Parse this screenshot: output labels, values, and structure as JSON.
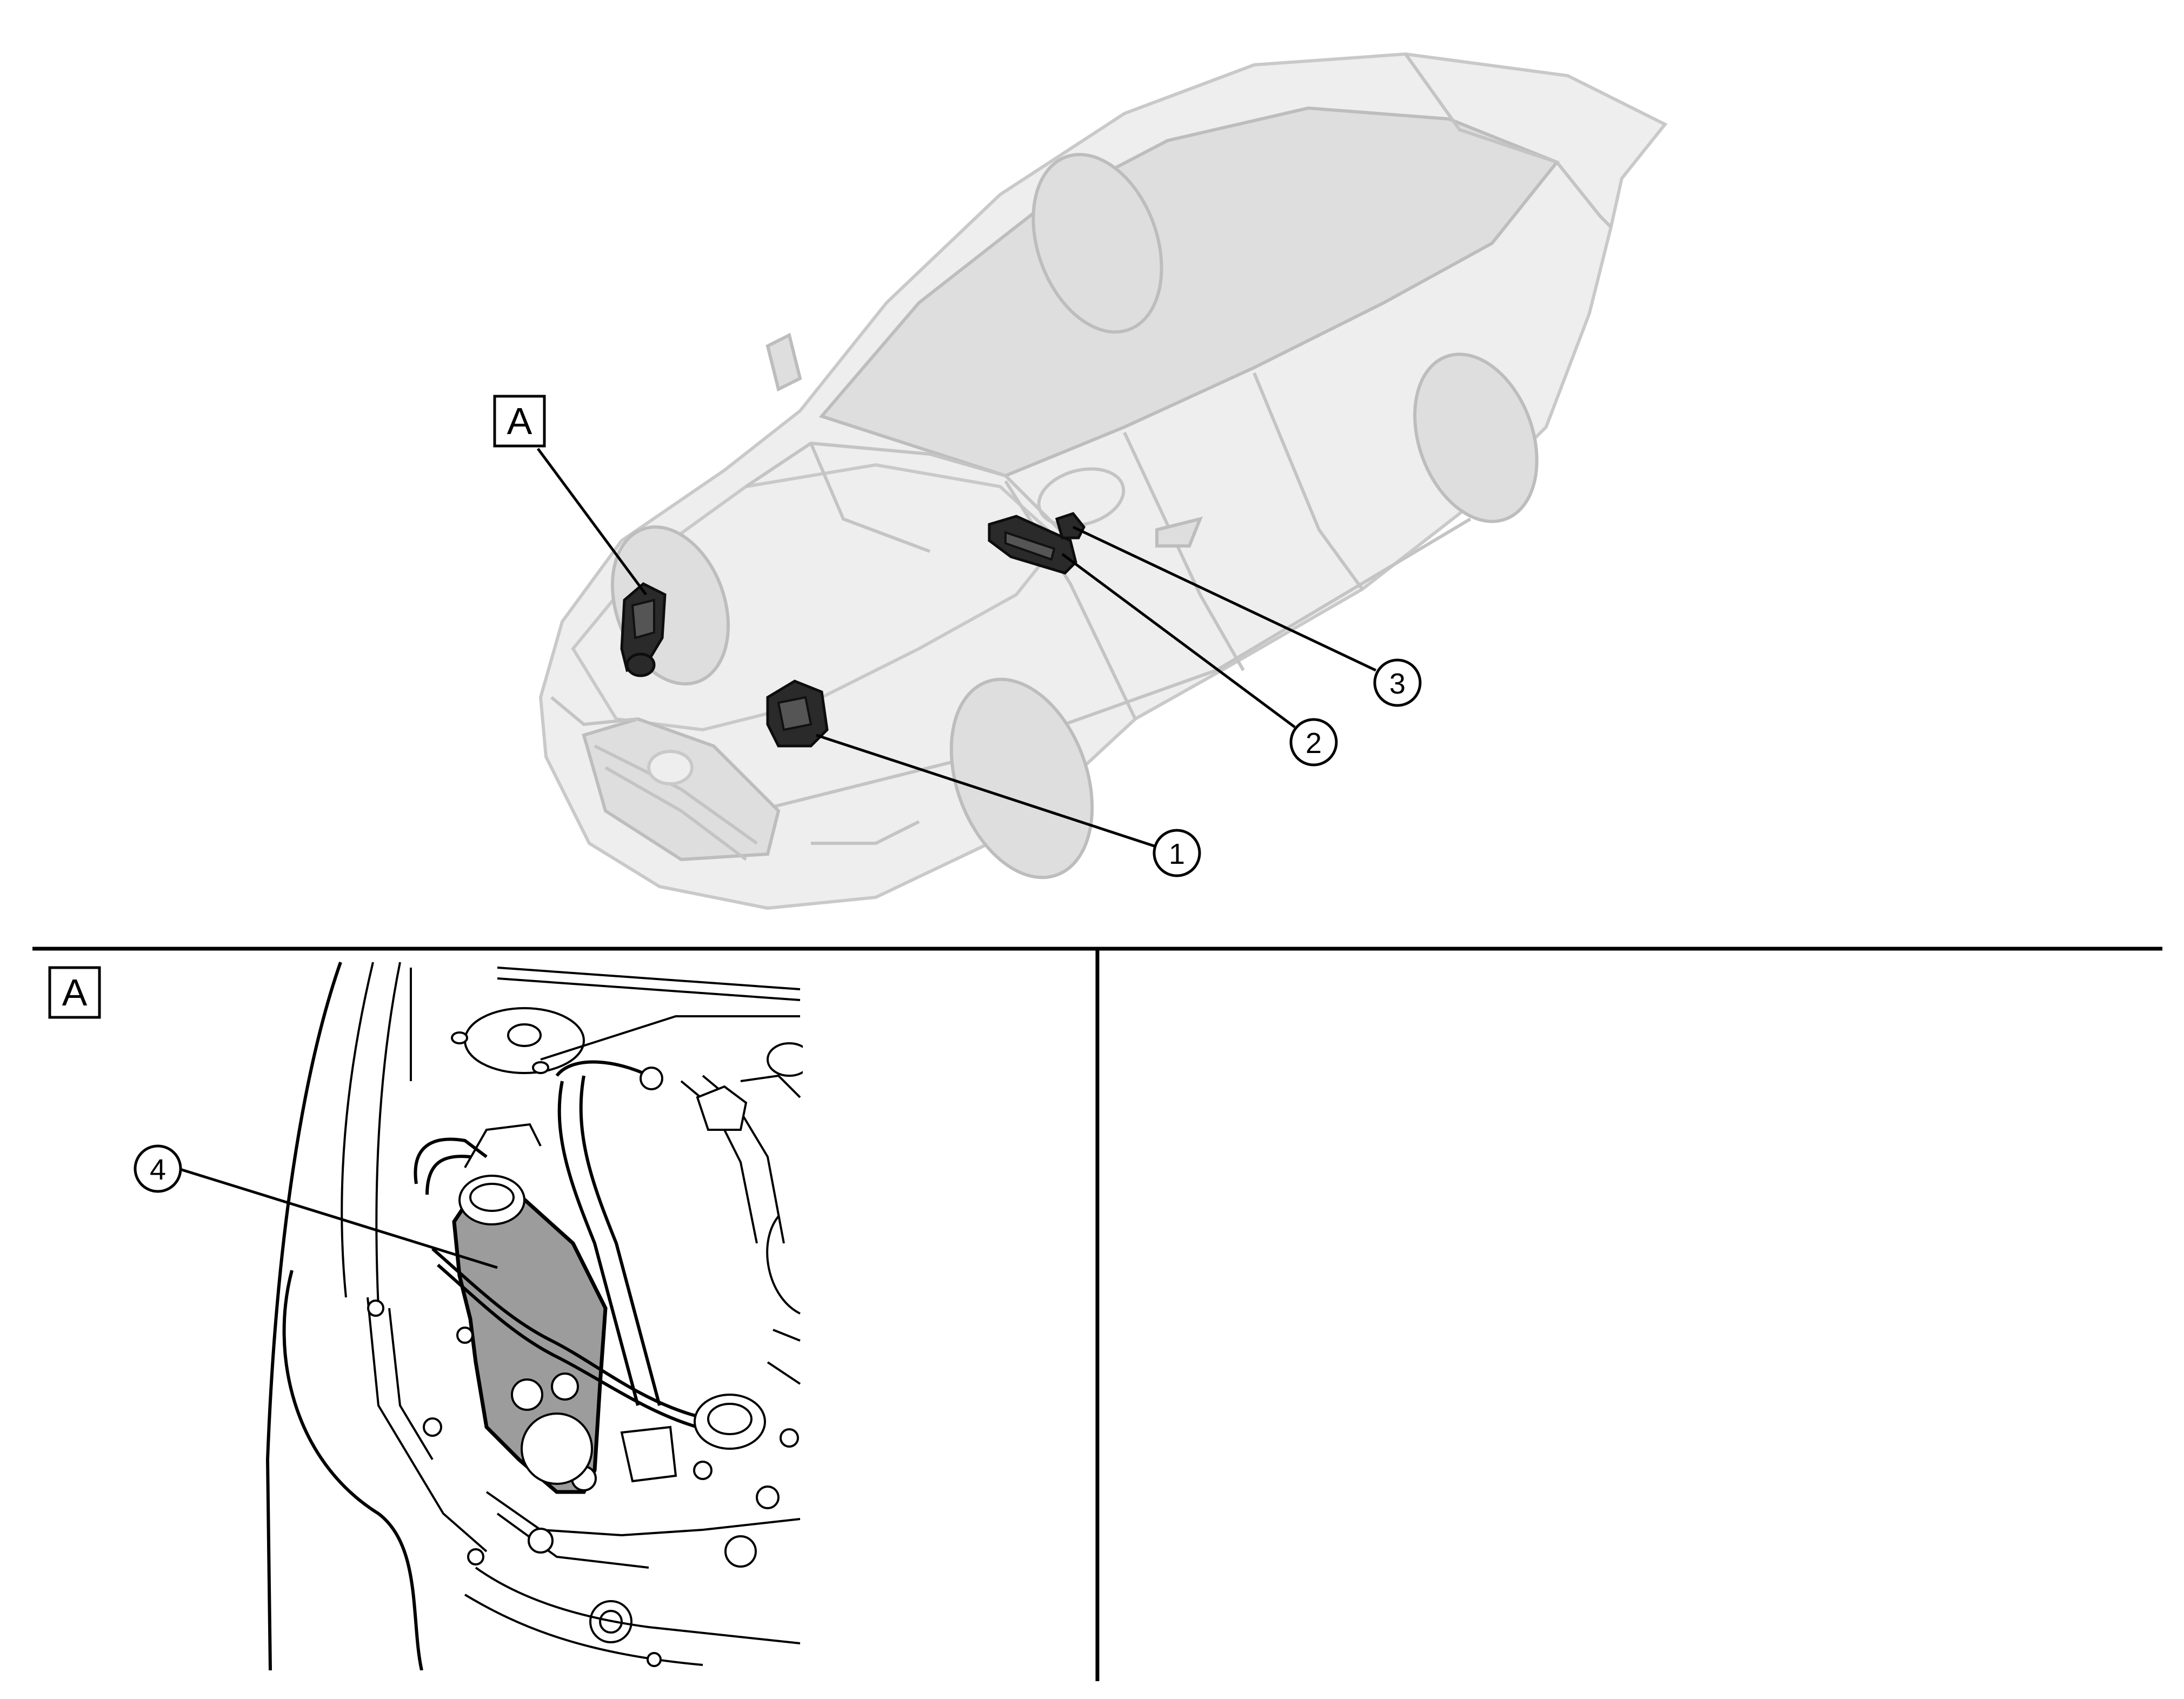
{
  "top_view": {
    "view_box_label": "A",
    "callouts": [
      {
        "id": "callout-1",
        "number": "1"
      },
      {
        "id": "callout-2",
        "number": "2"
      },
      {
        "id": "callout-3",
        "number": "3"
      }
    ]
  },
  "detail_view": {
    "view_box_label": "A",
    "callouts": [
      {
        "id": "callout-4",
        "number": "4"
      }
    ]
  }
}
